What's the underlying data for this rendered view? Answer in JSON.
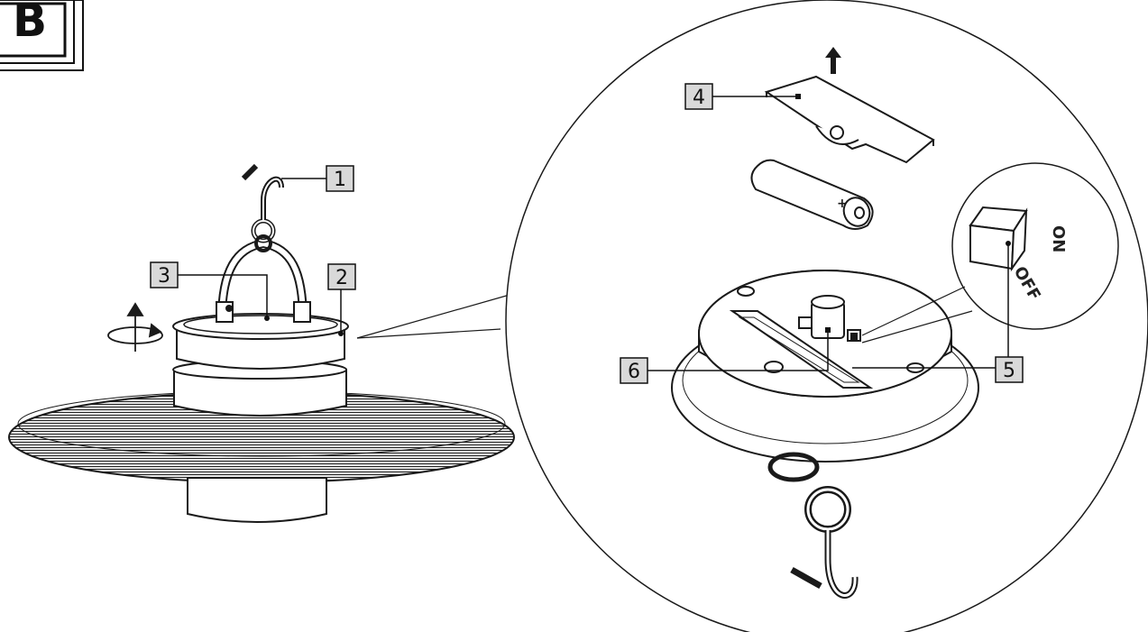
{
  "figure": {
    "section_label": "B"
  },
  "callouts": [
    {
      "id": "1",
      "label": "1"
    },
    {
      "id": "2",
      "label": "2"
    },
    {
      "id": "3",
      "label": "3"
    },
    {
      "id": "4",
      "label": "4"
    },
    {
      "id": "5",
      "label": "5"
    },
    {
      "id": "6",
      "label": "6"
    }
  ],
  "switch_labels": {
    "on": "ON",
    "off": "OFF"
  },
  "icons": {
    "rotate": "rotate-arrows-icon",
    "remove_direction": "arrow-up-icon",
    "battery_polarity": "plus-icon"
  },
  "colors": {
    "line": "#1a1a1a",
    "callout_fill": "#d9d9d9",
    "background": "#ffffff"
  }
}
